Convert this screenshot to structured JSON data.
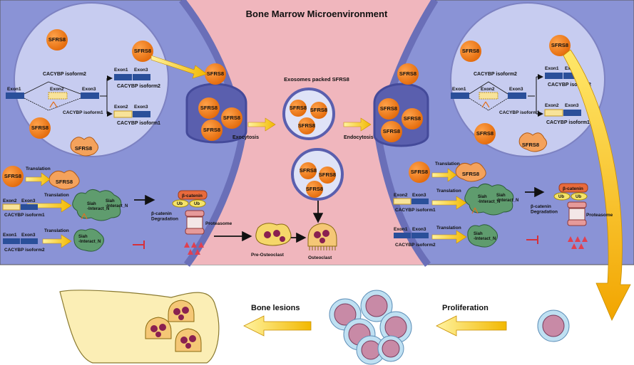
{
  "title": "Bone Marrow Microenvironment",
  "protein": "SFRS8",
  "exosomes_label": "Exosomes packed SFRS8",
  "exocytosis": "Exocytosis",
  "endocytosis": "Endocytosis",
  "gene": {
    "isoform2": "CACYBP isoform2",
    "isoform1": "CACYBP isoform1",
    "exon1": "Exon1",
    "exon2": "Exon2",
    "exon3": "Exon3"
  },
  "translation": "Translation",
  "siah_interact": "Siah\n-Interact_N",
  "siah_interact_double": "Siah\n-Interact_N",
  "beta_catenin": "β-catenin",
  "ub": "Ub",
  "degradation": "β-catenin\nDegradation",
  "proteasome": "Proteasome",
  "pre_osteoclast": "Pre-Osteoclast",
  "osteoclast": "Osteoclast",
  "bone_lesions": "Bone lesions",
  "proliferation": "Proliferation",
  "colors": {
    "panel": "#8a93d6",
    "cell": "#aab2e8",
    "nucleus": "#c7ccf0",
    "microenv": "#f0b6bd",
    "sfrs8": "#f07a1c",
    "arrow": "#f2c200",
    "exon": "#2a4f9a",
    "siah": "#5f9c6e",
    "bone": "#fbeeb5"
  }
}
